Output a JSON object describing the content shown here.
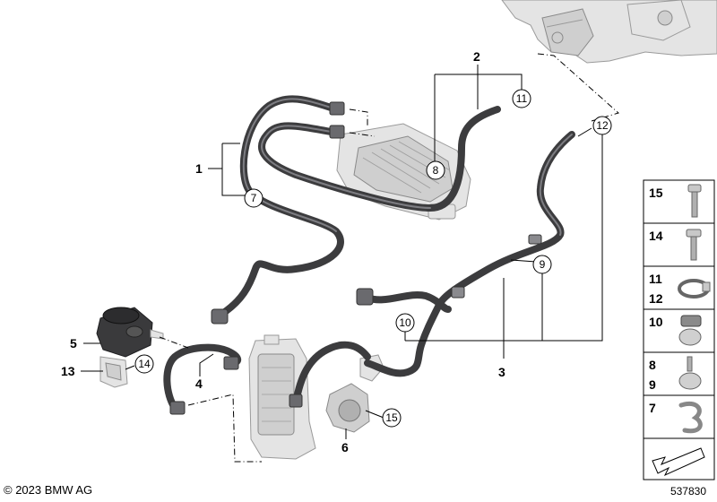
{
  "callouts": {
    "c1": "1",
    "c2": "2",
    "c3": "3",
    "c4": "4",
    "c5": "5",
    "c6": "6",
    "c7": "7",
    "c8": "8",
    "c9": "9",
    "c10": "10",
    "c11": "11",
    "c12": "12",
    "c13": "13",
    "c14": "14",
    "c15": "15"
  },
  "index_panel": {
    "items": [
      {
        "label": "15",
        "icon": "bolt-icon"
      },
      {
        "label": "14",
        "icon": "bolt-icon"
      },
      {
        "label": "11\n12",
        "label_a": "11",
        "label_b": "12",
        "icon": "hose-clamp-icon"
      },
      {
        "label": "10",
        "icon": "hose-holder-icon"
      },
      {
        "label": "8\n9",
        "label_a": "8",
        "label_b": "9",
        "icon": "clip-icon"
      },
      {
        "label": "7",
        "icon": "hook-clip-icon"
      },
      {
        "label": "",
        "icon": "direction-arrow-icon"
      }
    ]
  },
  "footer": {
    "copyright": "© 2023 BMW AG",
    "diagram_number": "537830"
  }
}
